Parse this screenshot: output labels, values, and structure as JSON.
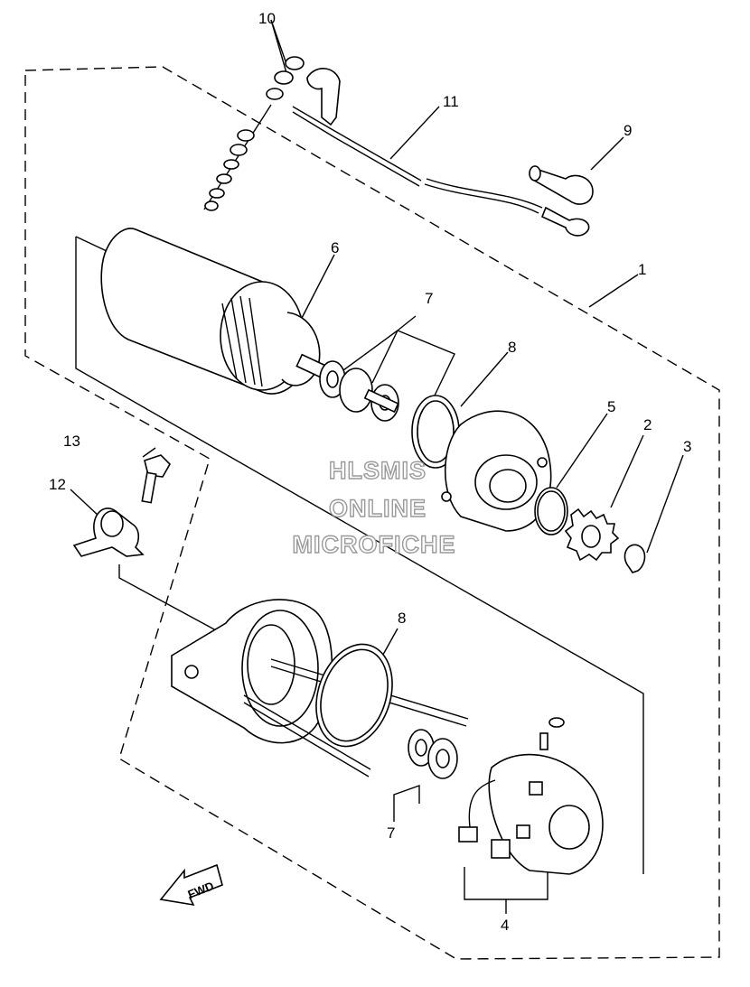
{
  "callouts": {
    "c1": "1",
    "c2": "2",
    "c3": "3",
    "c4": "4",
    "c5": "5",
    "c6": "6",
    "c7a": "7",
    "c7b": "7",
    "c8a": "8",
    "c8b": "8",
    "c9": "9",
    "c10": "10",
    "c11": "11",
    "c12": "12",
    "c13": "13"
  },
  "watermark": {
    "line1": "HLSMIS",
    "line2": "ONLINE",
    "line3": "MICROFICHE"
  },
  "fwd_label": "FWD",
  "colors": {
    "line": "#000000",
    "watermark_stroke": "#9a9a9a",
    "background": "#ffffff"
  }
}
